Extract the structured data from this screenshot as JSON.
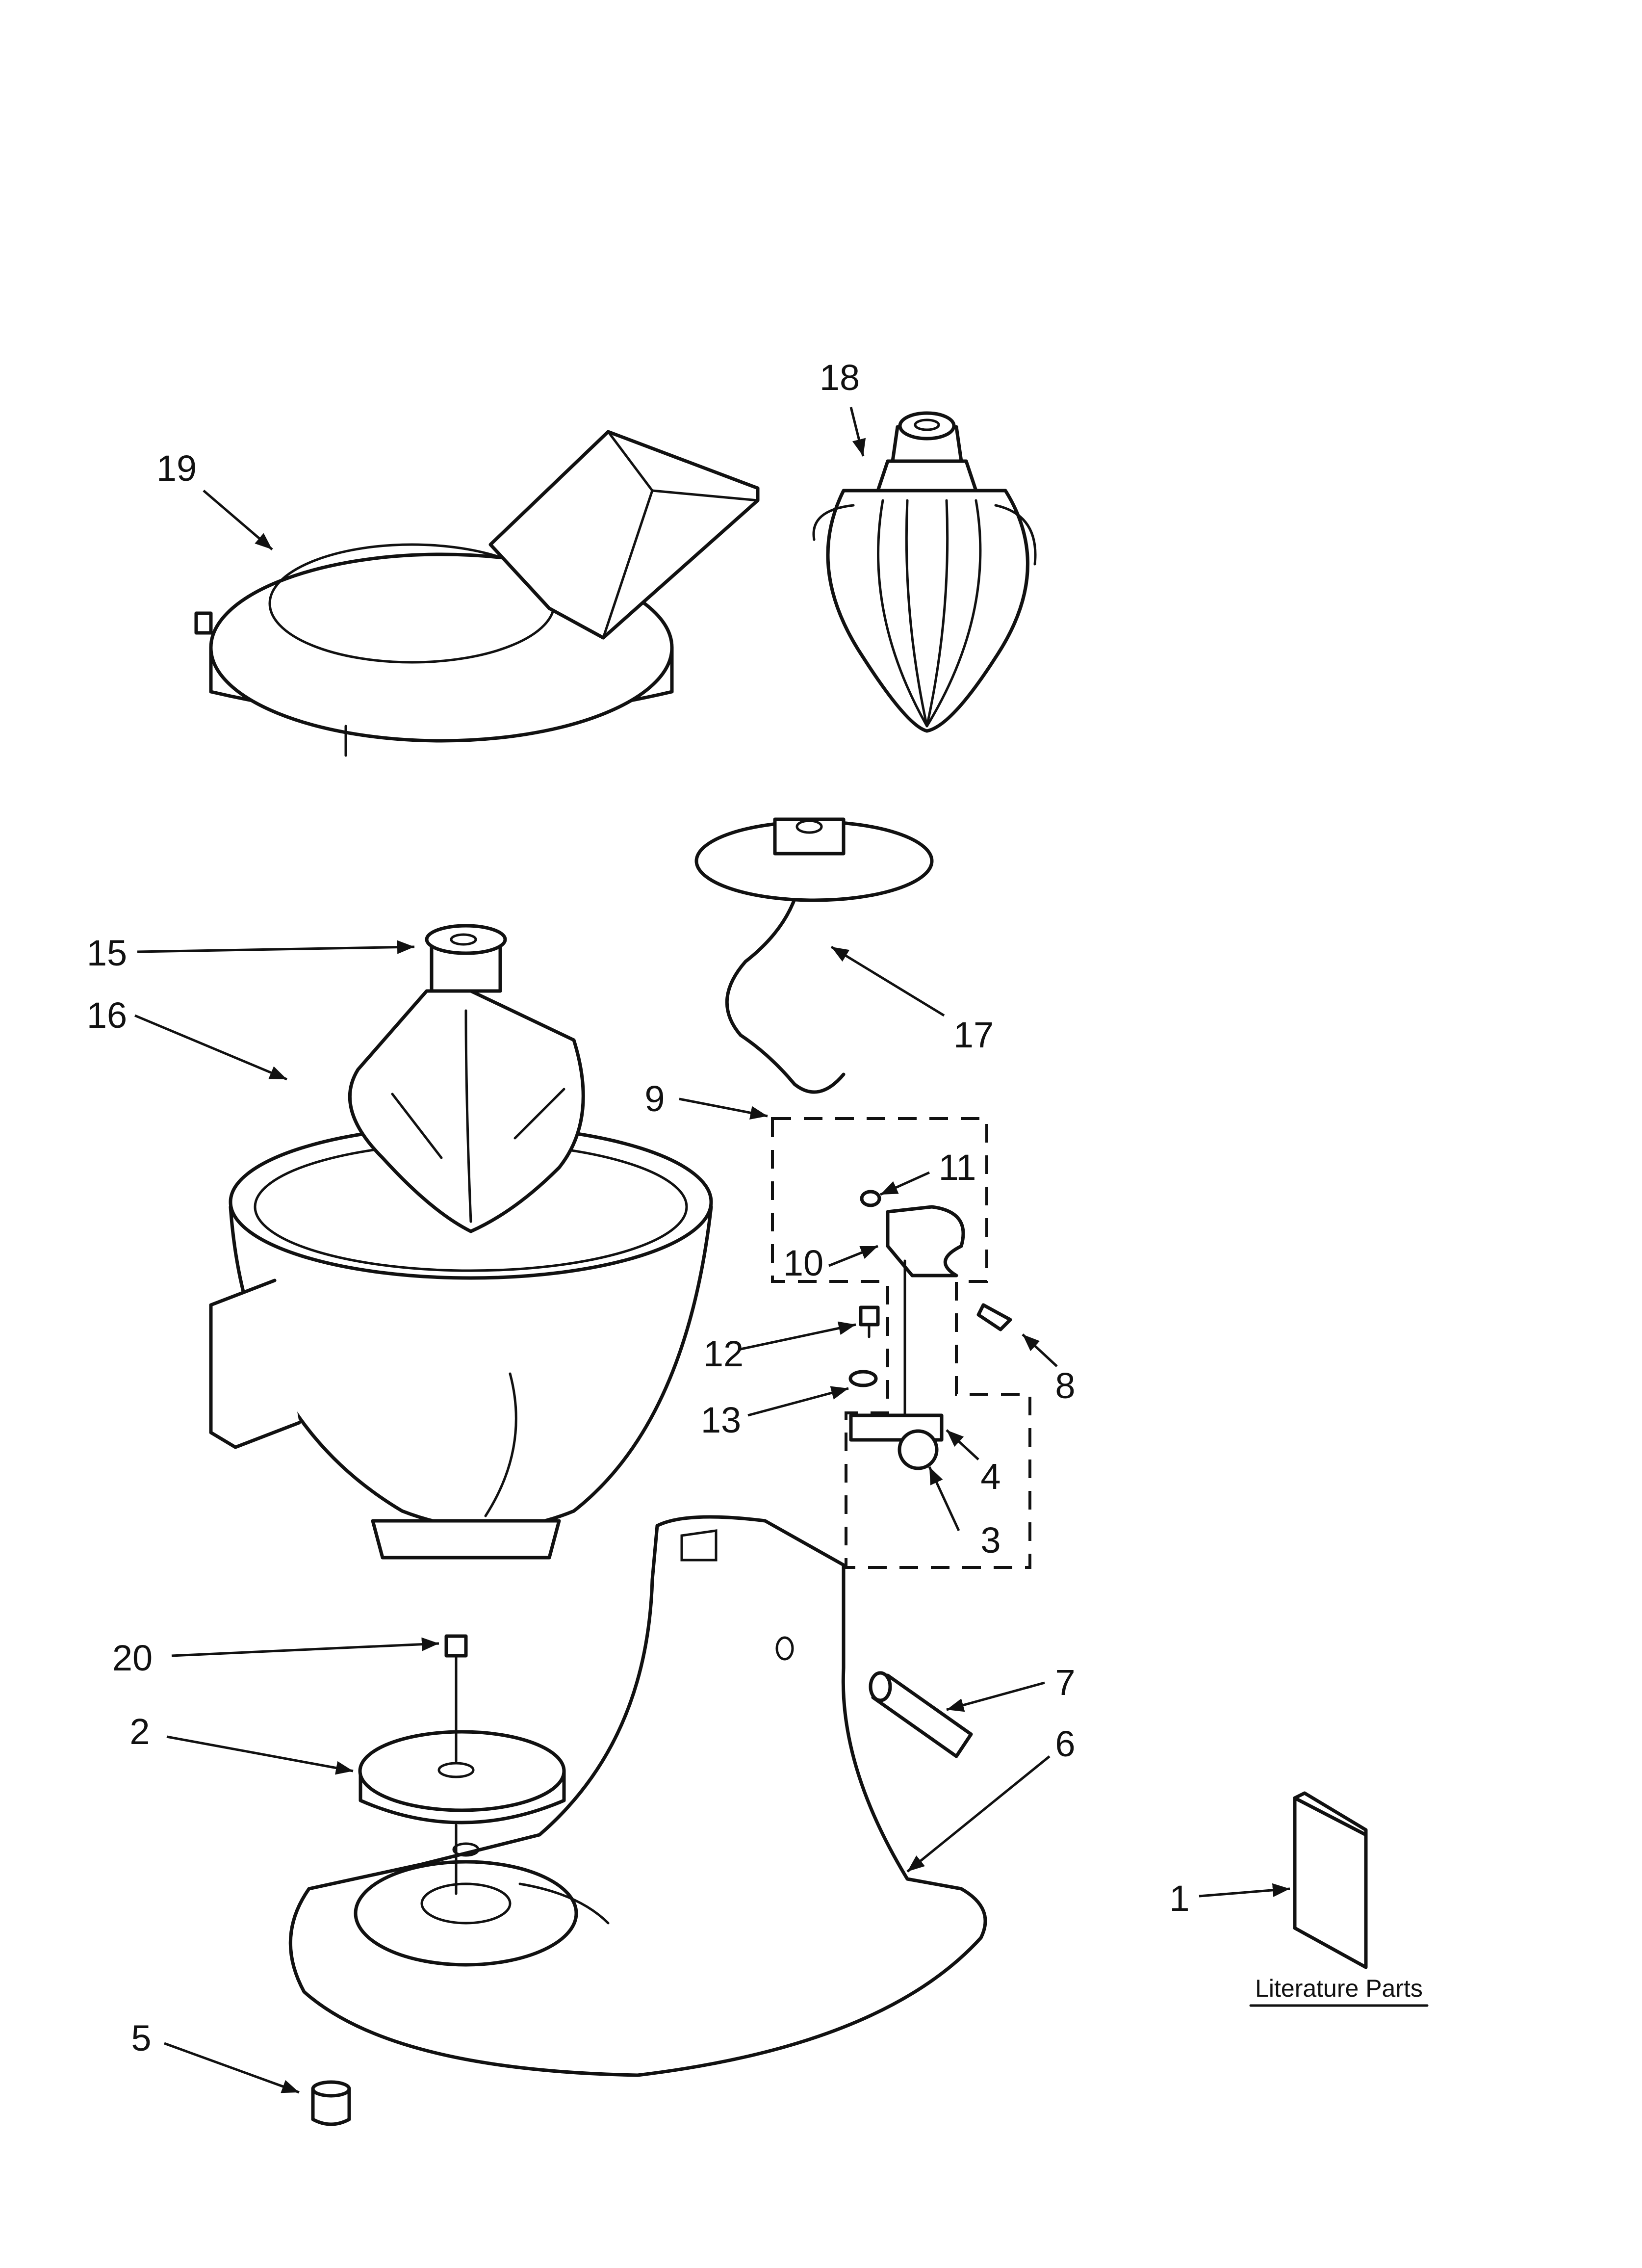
{
  "diagram": {
    "callouts": {
      "c1": "1",
      "c2": "2",
      "c3": "3",
      "c4": "4",
      "c5": "5",
      "c6": "6",
      "c7": "7",
      "c8": "8",
      "c9": "9",
      "c10": "10",
      "c11": "11",
      "c12": "12",
      "c13": "13",
      "c15": "15",
      "c16": "16",
      "c17": "17",
      "c18": "18",
      "c19": "19",
      "c20": "20"
    },
    "literature_label": "Literature Parts"
  }
}
